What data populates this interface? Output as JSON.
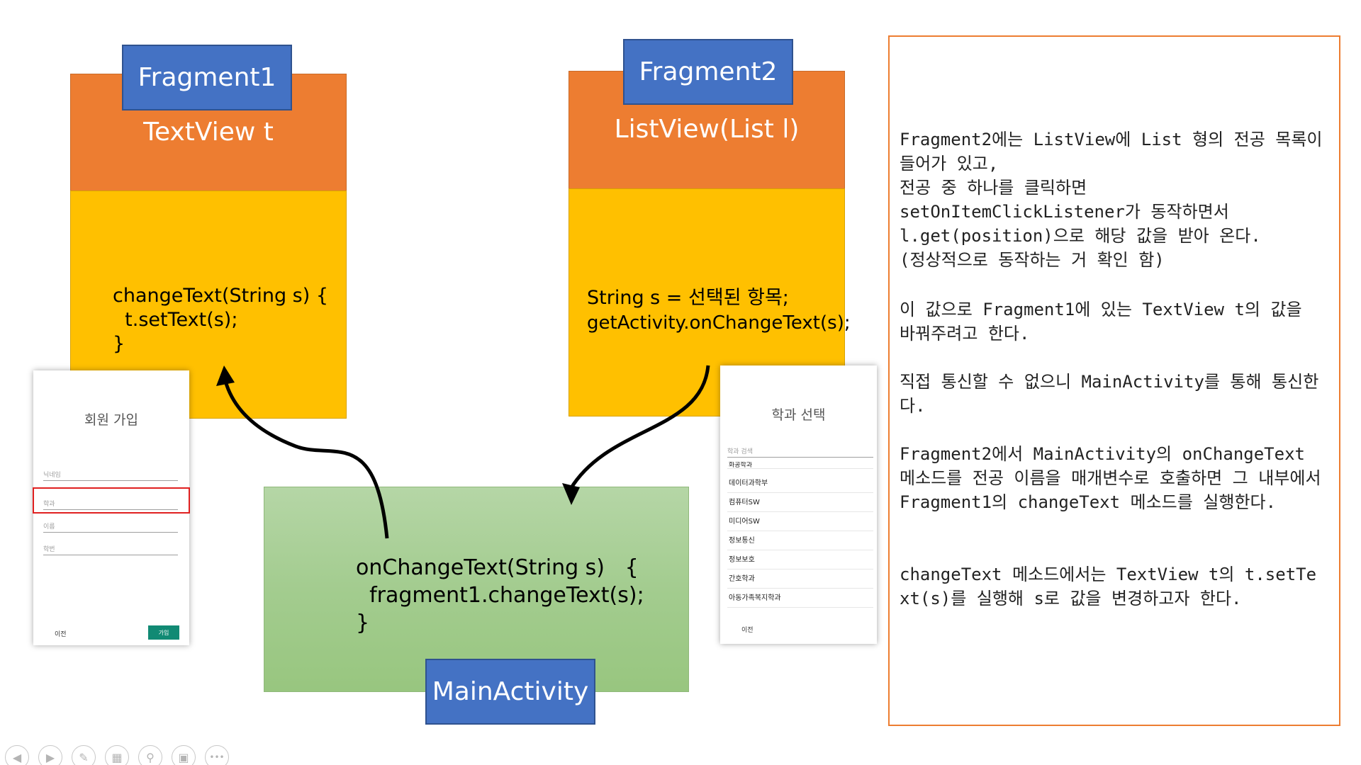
{
  "fragment1": {
    "label": "Fragment1",
    "subtitle": "TextView t",
    "code_line1": "changeText(String s) {",
    "code_line2": "  t.setText(s);",
    "code_line3": "}"
  },
  "fragment2": {
    "label": "Fragment2",
    "subtitle": "ListView(List l)",
    "code_line1": "String s = 선택된 항목;",
    "code_line2": "getActivity.onChangeText(s);"
  },
  "main_activity": {
    "label": "MainActivity",
    "code_line1": "onChangeText(String s)   {",
    "code_line2": "  fragment1.changeText(s);",
    "code_line3": "}"
  },
  "signup_phone": {
    "title": "회원 가입",
    "fields": [
      "닉네임",
      "학과",
      "이름",
      "학번"
    ],
    "prev_label": "이전",
    "join_label": "가입"
  },
  "dept_phone": {
    "title": "학과 선택",
    "search_placeholder": "학과 검색",
    "cut_item": "화공학과",
    "items": [
      "데이터과학부",
      "컴퓨터SW",
      "미디어SW",
      "정보통신",
      "정보보호",
      "간호학과",
      "아동가족복지학과"
    ],
    "prev_label": "이전"
  },
  "explanation": {
    "para1": "Fragment2에는 ListView에 List 형의 전공 목록이 들어가 있고,\n전공 중 하나를 클릭하면\nsetOnItemClickListener가 동작하면서\nl.get(position)으로 해당 값을 받아 온다.\n(정상적으로 동작하는 거 확인 함)",
    "para2": "이 값으로 Fragment1에 있는 TextView t의 값을 바꿔주려고 한다.",
    "para3": "직접 통신할 수 없으니 MainActivity를 통해 통신한다.",
    "para4": "Fragment2에서 MainActivity의 onChangeText 메소드를 전공 이름을 매개변수로 호출하면 그 내부에서 Fragment1의 changeText 메소드를 실행한다.",
    "para5": "changeText 메소드에서는 TextView t의 t.setText(s)를 실행해 s로 값을 변경하고자 한다."
  },
  "toolbar": {
    "icons": [
      "prev-icon",
      "next-icon",
      "pen-icon",
      "slides-icon",
      "zoom-icon",
      "subtitle-icon",
      "more-icon"
    ]
  },
  "colors": {
    "orange": "#ed7d31",
    "yellow": "#ffc000",
    "blue": "#4472c4",
    "green": "#a9d18e",
    "highlight_red": "#e02020"
  }
}
